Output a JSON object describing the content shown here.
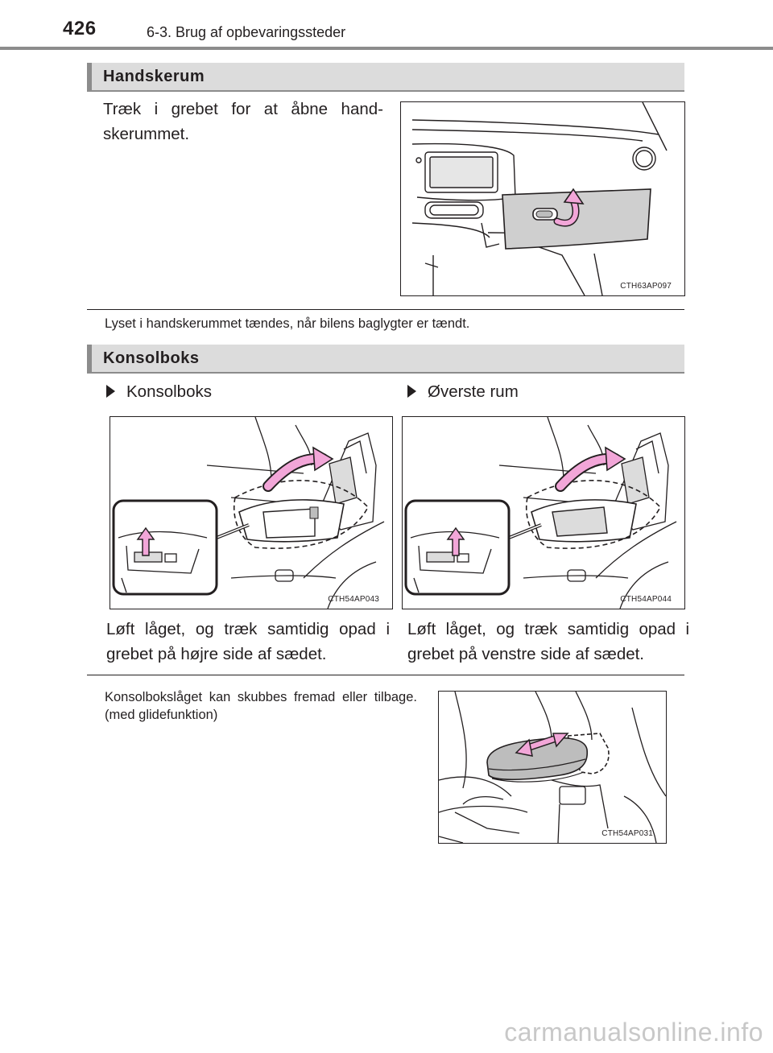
{
  "header": {
    "page_number": "426",
    "chapter": "6-3. Brug af opbevaringssteder"
  },
  "glovebox": {
    "title": "Handskerum",
    "instruction": "Træk i grebet for at åbne hand-skerummet.",
    "figure_code": "CTH63AP097",
    "note": "Lyset i handskerummet tændes, når bilens baglygter er tændt."
  },
  "console": {
    "title": "Konsolboks",
    "left": {
      "subheading": "Konsolboks",
      "figure_code": "CTH54AP043",
      "caption": "Løft låget, og træk samtidig opad i grebet på højre side af sædet."
    },
    "right": {
      "subheading": "Øverste rum",
      "figure_code": "CTH54AP044",
      "caption": "Løft låget, og træk samtidig opad i grebet på venstre side af sædet."
    },
    "slide_note": "Konsolbokslåget kan skubbes fremad eller tilbage. (med glidefunktion)",
    "slide_figure_code": "CTH54AP031"
  },
  "watermark": "carmanualsonline.info"
}
